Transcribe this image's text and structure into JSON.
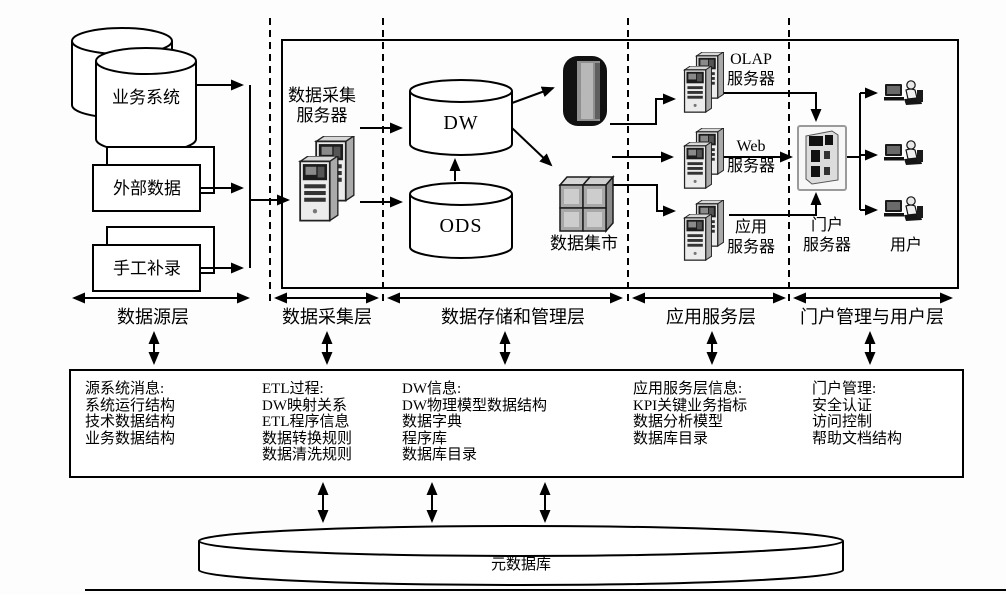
{
  "labels": {
    "source_db": "业务系统",
    "external_data": "外部数据",
    "manual_entry": "手工补录",
    "collect_server_l1": "数据采集",
    "collect_server_l2": "服务器",
    "dw": "DW",
    "ods": "ODS",
    "data_mart": "数据集市",
    "olap_l1": "OLAP",
    "olap_l2": "服务器",
    "web_l1": "Web",
    "web_l2": "服务器",
    "app_l1": "应用",
    "app_l2": "服务器",
    "portal_l1": "门户",
    "portal_l2": "服务器",
    "users": "用户",
    "metadata_db": "元数据库"
  },
  "layers": [
    {
      "label": "数据源层"
    },
    {
      "label": "数据采集层"
    },
    {
      "label": "数据存储和管理层"
    },
    {
      "label": "应用服务层"
    },
    {
      "label": "门户管理与用户层"
    }
  ],
  "metadata_columns": [
    {
      "lines": [
        "源系统消息:",
        "系统运行结构",
        "技术数据结构",
        "业务数据结构"
      ]
    },
    {
      "lines": [
        "ETL过程:",
        "DW映射关系",
        "ETL程序信息",
        "数据转换规则",
        "数据清洗规则"
      ]
    },
    {
      "lines": [
        "DW信息:",
        "DW物理模型数据结构",
        "数据字典",
        "程序库",
        "数据库目录"
      ]
    },
    {
      "lines": [
        "应用服务层信息:",
        "KPI关键业务指标",
        "数据分析模型",
        "数据库目录"
      ]
    },
    {
      "lines": [
        "门户管理:",
        "安全认证",
        "访问控制",
        "帮助文档结构"
      ]
    }
  ],
  "icons": [
    "database-cylinder-icon",
    "stacked-document-icon",
    "server-tower-pair-icon",
    "olap-cube-drum-icon",
    "data-mart-cubes-icon",
    "portal-server-icon",
    "user-workstation-icon"
  ],
  "colors": {
    "line": "#000000",
    "background": "#fdfdfd",
    "icon_dark": "#1a1a1a",
    "icon_gray": "#a8a8a8",
    "icon_light": "#ececec"
  }
}
